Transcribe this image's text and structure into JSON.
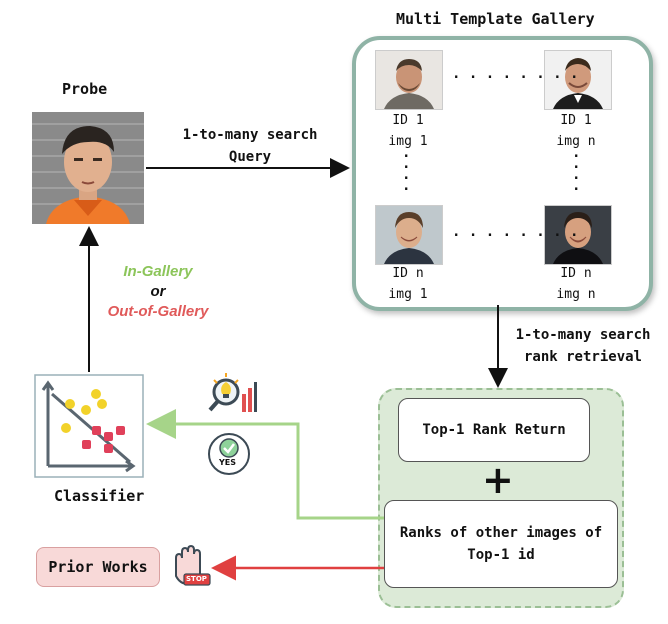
{
  "probe": {
    "title": "Probe"
  },
  "query": {
    "line1": "1-to-many search",
    "line2": "Query"
  },
  "gallery": {
    "title": "Multi Template Gallery",
    "top_left": {
      "id": "ID 1",
      "img": "img 1"
    },
    "top_right": {
      "id": "ID 1",
      "img": "img n"
    },
    "bottom_left": {
      "id": "ID n",
      "img": "img 1"
    },
    "bottom_right": {
      "id": "ID n",
      "img": "img n"
    },
    "h_ellipsis": ". . . . . . . .",
    "v_ellipsis": ". . . ."
  },
  "retrieval": {
    "line1": "1-to-many search",
    "line2": "rank retrieval"
  },
  "results": {
    "top1": "Top-1 Rank Return",
    "plus": "+",
    "ranks_line1": "Ranks of other images of",
    "ranks_line2": "Top-1 id"
  },
  "decision": {
    "in": "In-Gallery",
    "or": "or",
    "out": "Out-of-Gallery"
  },
  "classifier": {
    "label": "Classifier"
  },
  "yes_badge": "YES",
  "stop_badge": "STOP",
  "prior": {
    "label": "Prior Works"
  },
  "colors": {
    "green_arrow": "#a6d489",
    "red_arrow": "#e04040",
    "gallery_border": "#8fb3a6",
    "box_fill": "#dcead7"
  }
}
